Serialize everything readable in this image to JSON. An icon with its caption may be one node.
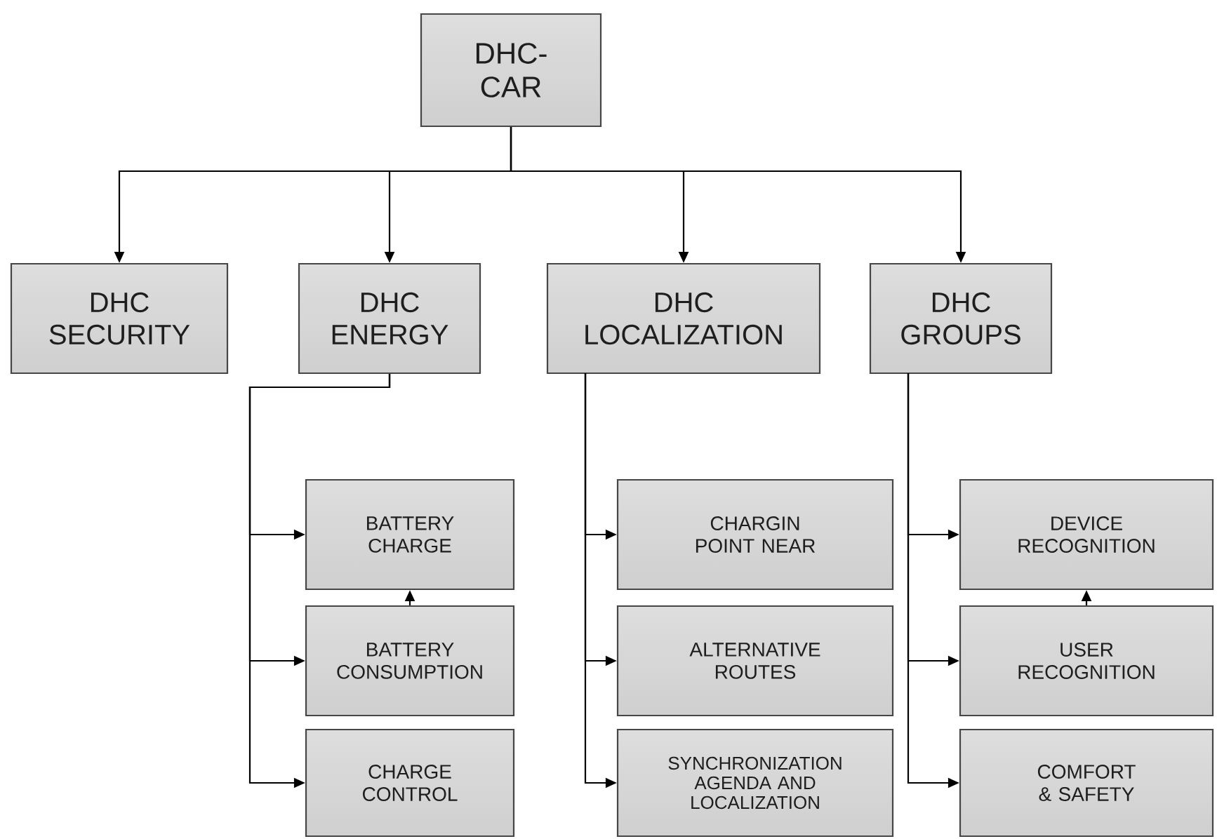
{
  "diagram": {
    "nodes": [
      {
        "text": [
          "DHC-CAR"
        ]
      },
      {
        "text": [
          "DHC SECURITY"
        ]
      },
      {
        "text": [
          "DHC ENERGY"
        ]
      },
      {
        "text": [
          "DHC LOCALIZATION"
        ]
      },
      {
        "text": [
          "DHC GROUPS"
        ]
      },
      {
        "text": [
          "BATTERY CHARGE"
        ]
      },
      {
        "text": [
          "BATTERY CONSUMPTION"
        ]
      },
      {
        "text": [
          "CHARGE CONTROL"
        ]
      },
      {
        "text": [
          "CHARGIN POINT NEAR"
        ]
      },
      {
        "text": [
          "ALTERNATIVE ROUTES"
        ]
      },
      {
        "text": [
          "SYNCHRONIZATION AGENDA AND LOCALIZATION"
        ]
      },
      {
        "text": [
          "DEVICE RECOGNITION"
        ]
      },
      {
        "text": [
          "USER RECOGNITION"
        ]
      },
      {
        "text": [
          "COMFORT & SAFETY"
        ]
      }
    ],
    "edges": [
      {
        "from": 0,
        "to": 1,
        "arrow": "to"
      },
      {
        "from": 0,
        "to": 2,
        "arrow": "to"
      },
      {
        "from": 0,
        "to": 3,
        "arrow": "to"
      },
      {
        "from": 0,
        "to": 4,
        "arrow": "to"
      },
      {
        "from": 2,
        "to": 5,
        "arrow": "to"
      },
      {
        "from": 2,
        "to": 6,
        "arrow": "to"
      },
      {
        "from": 2,
        "to": 7,
        "arrow": "to"
      },
      {
        "from": 6,
        "to": 5,
        "arrow": "to"
      },
      {
        "from": 3,
        "to": 8,
        "arrow": "to"
      },
      {
        "from": 3,
        "to": 9,
        "arrow": "to"
      },
      {
        "from": 3,
        "to": 10,
        "arrow": "to"
      },
      {
        "from": 4,
        "to": 11,
        "arrow": "to"
      },
      {
        "from": 4,
        "to": 12,
        "arrow": "to"
      },
      {
        "from": 4,
        "to": 13,
        "arrow": "to"
      },
      {
        "from": 12,
        "to": 11,
        "arrow": "to"
      }
    ]
  }
}
